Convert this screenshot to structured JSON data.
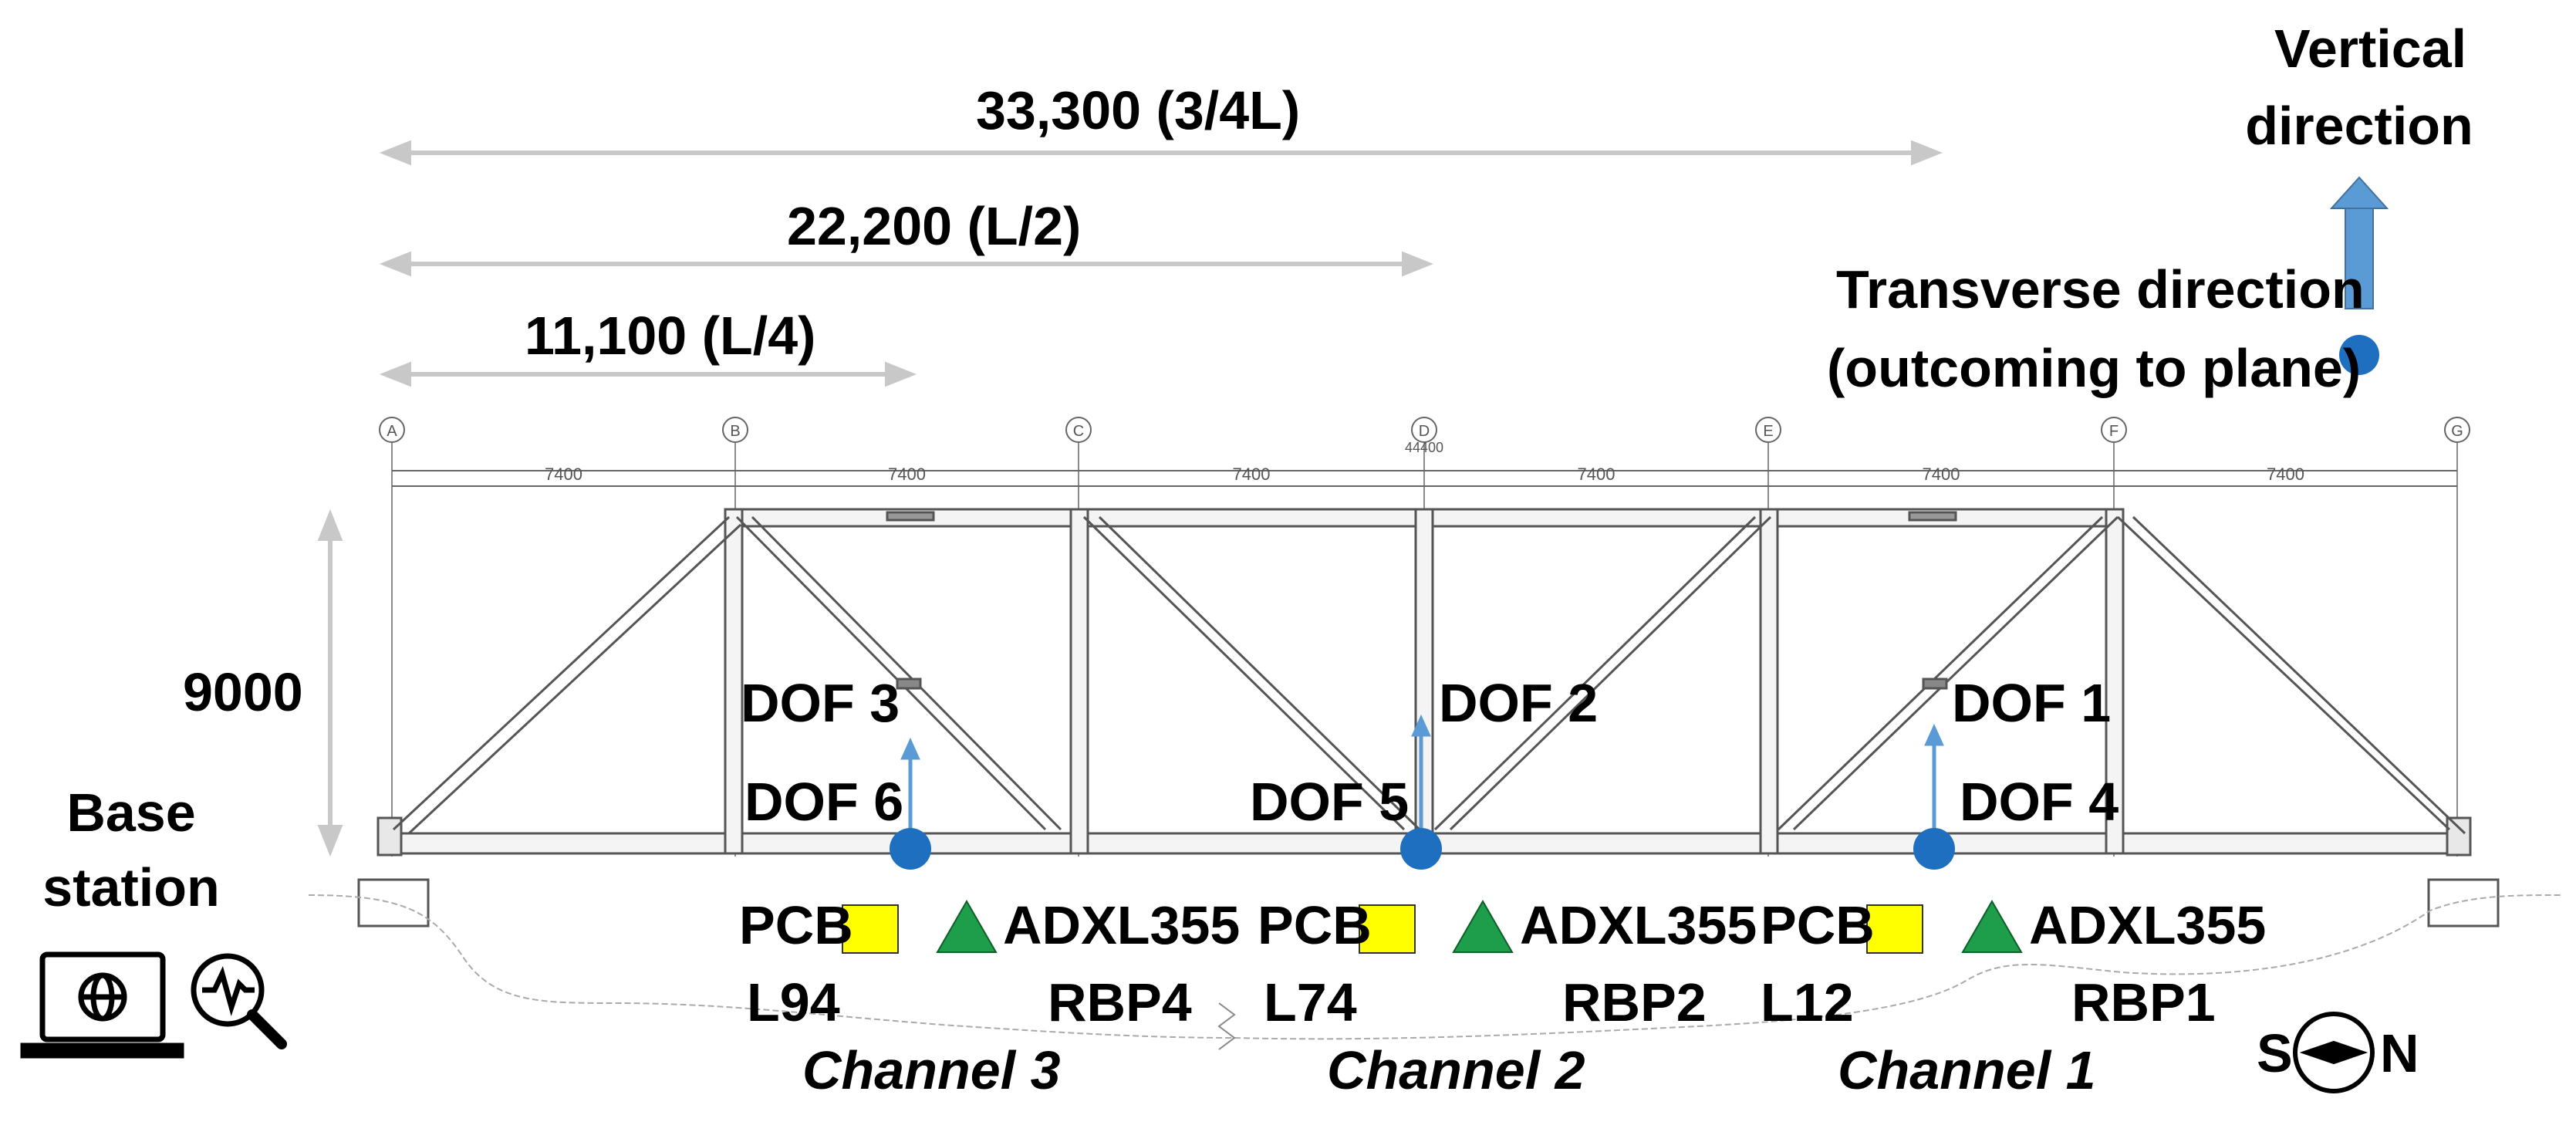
{
  "dimensions": {
    "span_3_4": "33,300 (3/4L)",
    "span_1_2": "22,200 (L/2)",
    "span_1_4": "11,100 (L/4)",
    "height": "9000",
    "bay_lengths": [
      "7400",
      "7400",
      "7400",
      "7400",
      "7400",
      "7400"
    ],
    "total_length": "44400"
  },
  "grid_lines": [
    "A",
    "B",
    "C",
    "D",
    "E",
    "F",
    "G"
  ],
  "legend": {
    "vertical_line1": "Vertical",
    "vertical_line2": "direction",
    "transverse_line1": "Transverse direction",
    "transverse_line2": "(outcoming to plane)"
  },
  "dof_labels": {
    "dof1": "DOF 1",
    "dof2": "DOF 2",
    "dof3": "DOF 3",
    "dof4": "DOF 4",
    "dof5": "DOF 5",
    "dof6": "DOF 6"
  },
  "sensors": [
    {
      "pcb": "PCB",
      "pcb_id": "L94",
      "adxl": "ADXL355",
      "adxl_id": "RBP4",
      "channel": "Channel 3"
    },
    {
      "pcb": "PCB",
      "pcb_id": "L74",
      "adxl": "ADXL355",
      "adxl_id": "RBP2",
      "channel": "Channel 2"
    },
    {
      "pcb": "PCB",
      "pcb_id": "L12",
      "adxl": "ADXL355",
      "adxl_id": "RBP1",
      "channel": "Channel 1"
    }
  ],
  "base_station": {
    "line1": "Base",
    "line2": "station"
  },
  "compass": {
    "south": "S",
    "north": "N"
  },
  "colors": {
    "arrow_gray": "#c8c8c8",
    "blue_dot": "#1f6fc0",
    "blue_arrow": "#5b9bd5",
    "pcb_yellow": "#ffff00",
    "adxl_green": "#1e9e4a",
    "truss_line": "#555555"
  },
  "icons": [
    "laptop-globe-icon",
    "magnifier-waveform-icon",
    "compass-icon"
  ]
}
